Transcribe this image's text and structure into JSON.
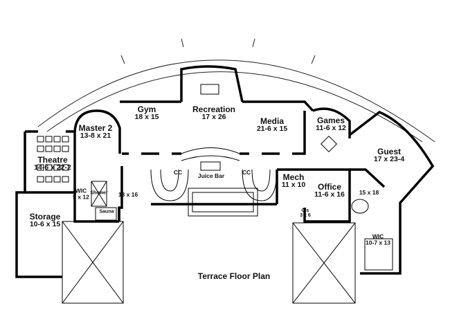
{
  "plan": {
    "title": "Terrace Floor Plan",
    "rooms": {
      "theatre": {
        "name": "Theatre",
        "size": "14-6 x 22-2"
      },
      "master2": {
        "name": "Master 2",
        "size": "13-8 x 21"
      },
      "gym": {
        "name": "Gym",
        "size": "18 x 15"
      },
      "recreation": {
        "name": "Recreation",
        "size": "17 x 26"
      },
      "media": {
        "name": "Media",
        "size": "21-6 x 15"
      },
      "games": {
        "name": "Games",
        "size": "11-6 x 12"
      },
      "guest": {
        "name": "Guest",
        "size": "17 x 23-4"
      },
      "juice_bar": {
        "name": "Juice Bar"
      },
      "cc_left": {
        "name": "CC"
      },
      "cc_right": {
        "name": "CC"
      },
      "mech": {
        "name": "Mech",
        "size": "11 x 10"
      },
      "office": {
        "name": "Office",
        "size": "11-6 x 16"
      },
      "bath_master": {
        "size": "18 x 16"
      },
      "wic_master": {
        "name": "WIC",
        "size": "5 x 12"
      },
      "shower": {
        "name": "Shower"
      },
      "sauna": {
        "name": "Sauna"
      },
      "storage": {
        "name": "Storage",
        "size": "10-6 x 15"
      },
      "bath_guest": {
        "size": "15 x 18"
      },
      "closet": {
        "name": "Cls",
        "size": "3 x 6"
      },
      "wic_guest": {
        "name": "WIC",
        "size": "10-7 x 13"
      }
    }
  }
}
